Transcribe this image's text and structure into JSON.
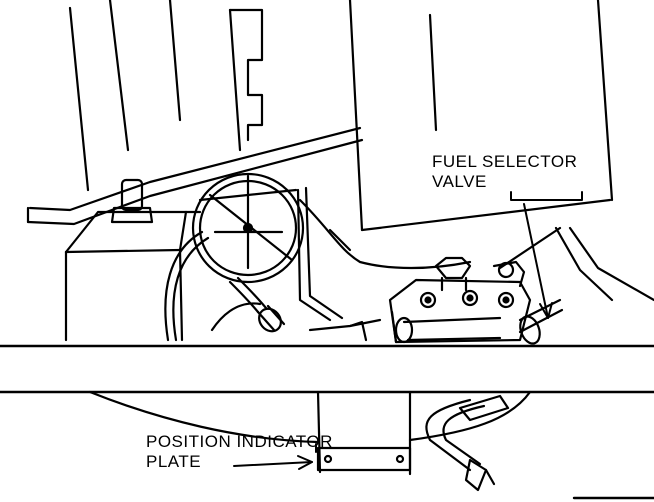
{
  "callouts": {
    "fuel_selector_valve": {
      "line1": "FUEL SELECTOR",
      "line2": "VALVE"
    },
    "position_indicator_plate": {
      "line1": "POSITION INDICATOR",
      "line2": "PLATE"
    }
  },
  "colors": {
    "ink": "#000000",
    "paper": "#ffffff"
  }
}
